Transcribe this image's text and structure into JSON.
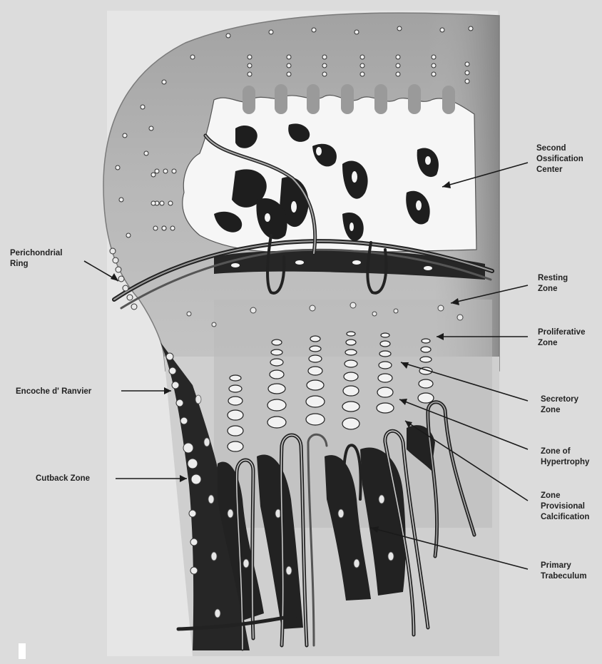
{
  "labels": {
    "second_ossification": [
      "Second",
      "Ossification",
      "Center"
    ],
    "perichondrial_ring": [
      "Perichondrial",
      "Ring"
    ],
    "resting_zone": [
      "Resting",
      "Zone"
    ],
    "proliferative_zone": [
      "Proliferative",
      "Zone"
    ],
    "encoche": [
      "Encoche d' Ranvier"
    ],
    "secretory_zone": [
      "Secretory",
      "Zone"
    ],
    "zone_hypertrophy": [
      "Zone of",
      "Hypertrophy"
    ],
    "cutback_zone": [
      "Cutback Zone"
    ],
    "zone_provisional": [
      "Zone",
      "Provisional",
      "Calcification"
    ],
    "primary_trabeculum": [
      "Primary",
      "Trabeculum"
    ]
  },
  "colors": {
    "background": "#dcdcdc",
    "cartilage": "#a9a9a9",
    "bone": "#2a2a2a",
    "marrow": "#f4f4f4",
    "vessel": "#555555"
  }
}
